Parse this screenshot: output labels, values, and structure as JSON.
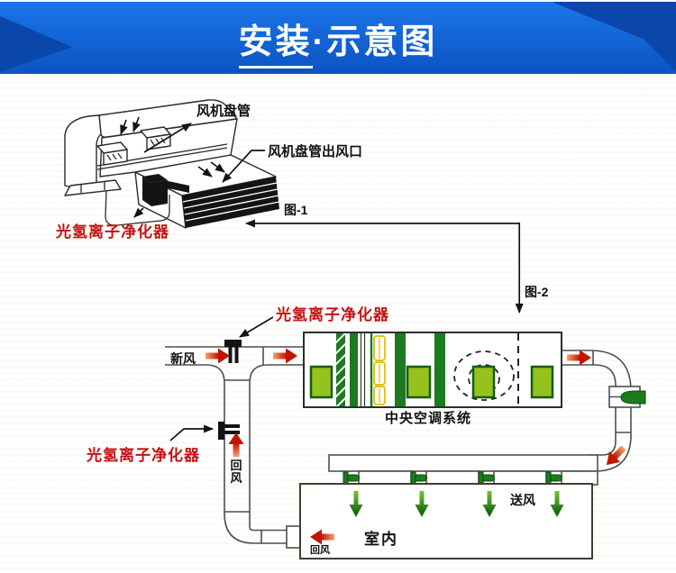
{
  "header": {
    "title_underlined": "安装",
    "title_dot": "·",
    "title_rest": "示意图"
  },
  "figure1": {
    "caption": "图-1",
    "labels": {
      "fan_coil": "风机盘管",
      "outlet": "风机盘管出风口",
      "purifier": "光氢离子净化器"
    }
  },
  "figure2": {
    "caption": "图-2",
    "labels": {
      "purifier_top": "光氢离子净化器",
      "purifier_bottom": "光氢离子净化器",
      "fresh_air": "新风",
      "return_riser": "回风",
      "ahu": "中央空调系统",
      "supply_air": "送风",
      "room": "室内",
      "return_room": "回风"
    }
  },
  "colors": {
    "red_label": "#c41111",
    "arrow_red": "#c01500",
    "arrow_red_light": "#f2a26b",
    "arrow_green_light": "#7bc133",
    "arrow_green_dark": "#176a12",
    "green_dark": "#1c7a1f",
    "green_fill": "#95c21e",
    "green_border": "#145c14",
    "yellow_coil": "#e9c11d",
    "duct_line": "#4f4f4f",
    "line_black": "#141414",
    "header_blue_top": "#1b76ea",
    "header_blue_bottom": "#0c53c2",
    "header_triangle": "#0b46aa"
  }
}
